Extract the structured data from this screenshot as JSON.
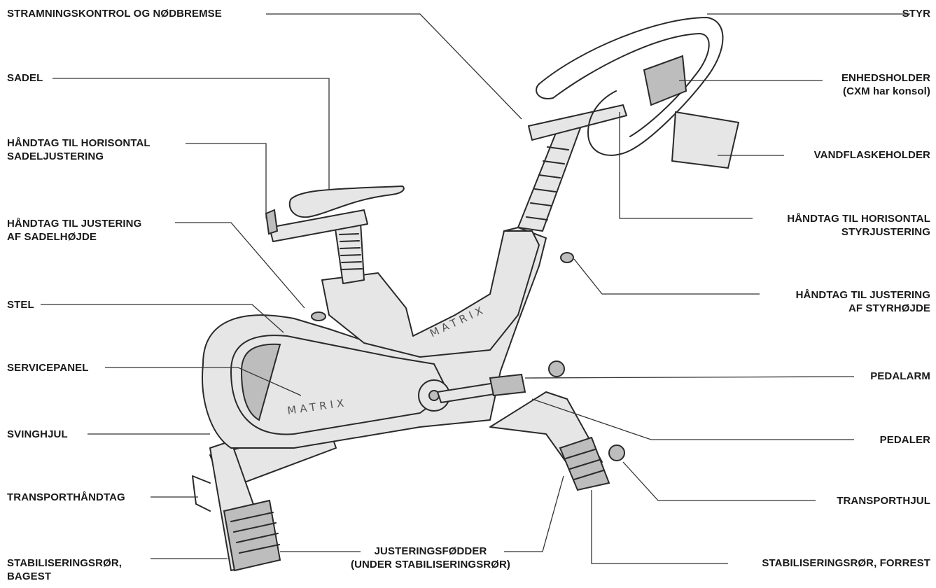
{
  "brand_text": "MATRIX",
  "labels": {
    "stramning": "STRAMNINGSKONTROL OG NØDBREMSE",
    "sadel": "SADEL",
    "horiz_sadel_1": "HÅNDTAG TIL HORISONTAL",
    "horiz_sadel_2": "SADELJUSTERING",
    "hoejde_sadel_1": "HÅNDTAG TIL JUSTERING",
    "hoejde_sadel_2": "AF SADELHØJDE",
    "stel": "STEL",
    "servicepanel": "SERVICEPANEL",
    "svinghjul": "SVINGHJUL",
    "transporthaandtag": "TRANSPORTHÅNDTAG",
    "stab_bagest_1": "STABILISERINGSRØR,",
    "stab_bagest_2": "BAGEST",
    "justeringsfoedder_1": "JUSTERINGSFØDDER",
    "justeringsfoedder_2": "(UNDER STABILISERINGSRØR)",
    "styr": "STYR",
    "enhedsholder_1": "ENHEDSHOLDER",
    "enhedsholder_2": "(CXM har konsol)",
    "vandflaskeholder": "VANDFLASKEHOLDER",
    "horiz_styr_1": "HÅNDTAG TIL HORISONTAL",
    "horiz_styr_2": "STYRJUSTERING",
    "hoejde_styr_1": "HÅNDTAG TIL JUSTERING",
    "hoejde_styr_2": "AF STYRHØJDE",
    "pedalarm": "PEDALARM",
    "pedaler": "PEDALER",
    "transporthjul": "TRANSPORTHJUL",
    "stab_forrest": "STABILISERINGSRØR, FORREST"
  }
}
